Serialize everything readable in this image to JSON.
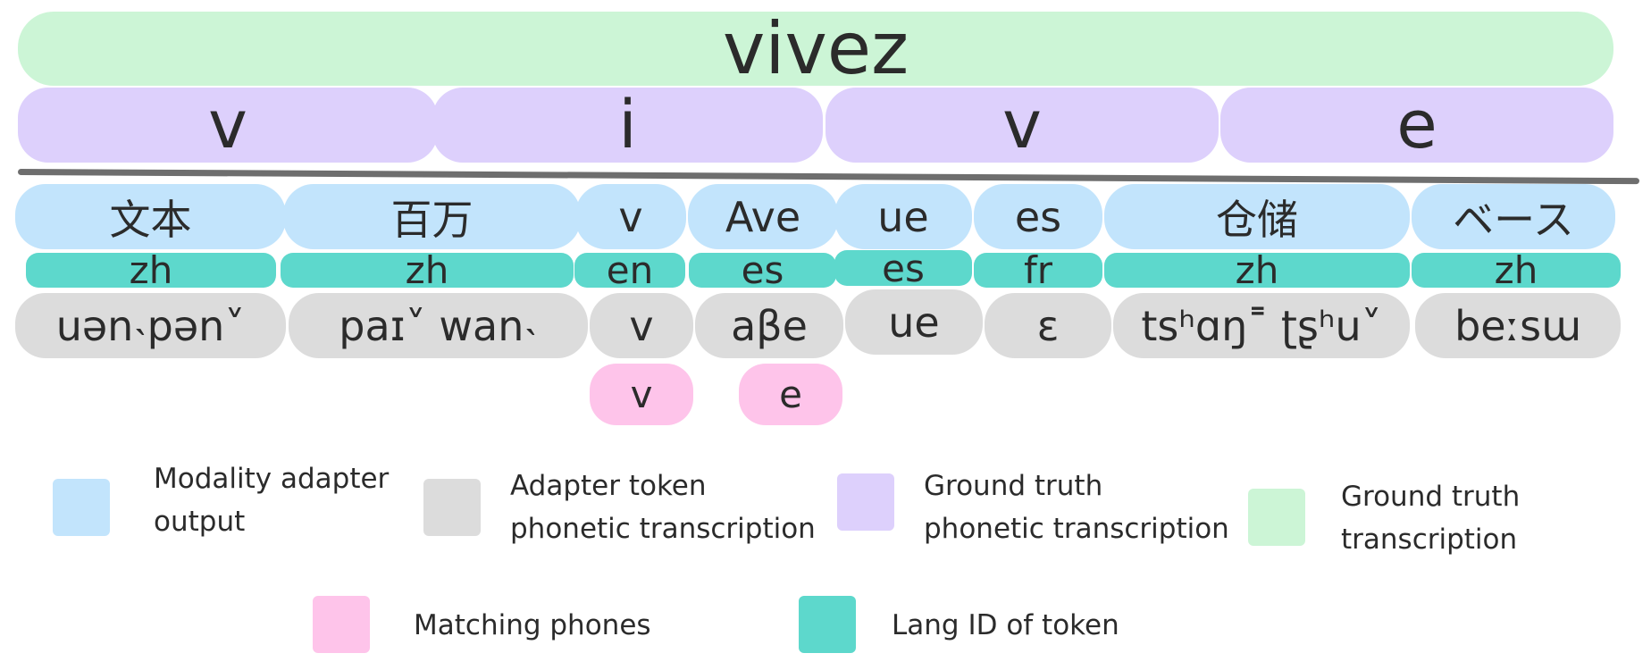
{
  "ground_truth_word": "vivez",
  "ground_truth_phones": [
    "v",
    "i",
    "v",
    "e"
  ],
  "tokens": [
    {
      "text": "文本",
      "lang": "zh",
      "phonetic": "uən˴pən˅"
    },
    {
      "text": "百万",
      "lang": "zh",
      "phonetic": "paɪ˅ wan˴"
    },
    {
      "text": "v",
      "lang": "en",
      "phonetic": "v"
    },
    {
      "text": "Ave",
      "lang": "es",
      "phonetic": "aβe"
    },
    {
      "text": "ue",
      "lang": "es",
      "phonetic": "ue"
    },
    {
      "text": "es",
      "lang": "fr",
      "phonetic": "ɛ"
    },
    {
      "text": "仓储",
      "lang": "zh",
      "phonetic": "tsʰɑŋ˭ ʈʂʰu˅"
    },
    {
      "text": "ベース",
      "lang": "zh",
      "phonetic": "beːsɯ"
    }
  ],
  "matching_phones": [
    "v",
    "e"
  ],
  "legend": {
    "adapter_output": [
      "Modality adapter",
      "output"
    ],
    "adapter_phonetic": [
      "Adapter token",
      "phonetic transcription"
    ],
    "gt_phonetic": [
      "Ground truth",
      "phonetic transcription"
    ],
    "gt_transcription": [
      "Ground truth",
      "transcription"
    ],
    "matching": [
      "Matching phones"
    ],
    "lang_id": [
      "Lang ID of token"
    ]
  },
  "colors": {
    "gt_transcription": "#ccf5d6",
    "gt_phonetic": "#ddd0fc",
    "adapter_output": "#c2e4fc",
    "lang_id": "#5dd8cc",
    "adapter_phonetic": "#dcdcdc",
    "matching": "#fec4ea",
    "divider": "#6e6e6e"
  }
}
